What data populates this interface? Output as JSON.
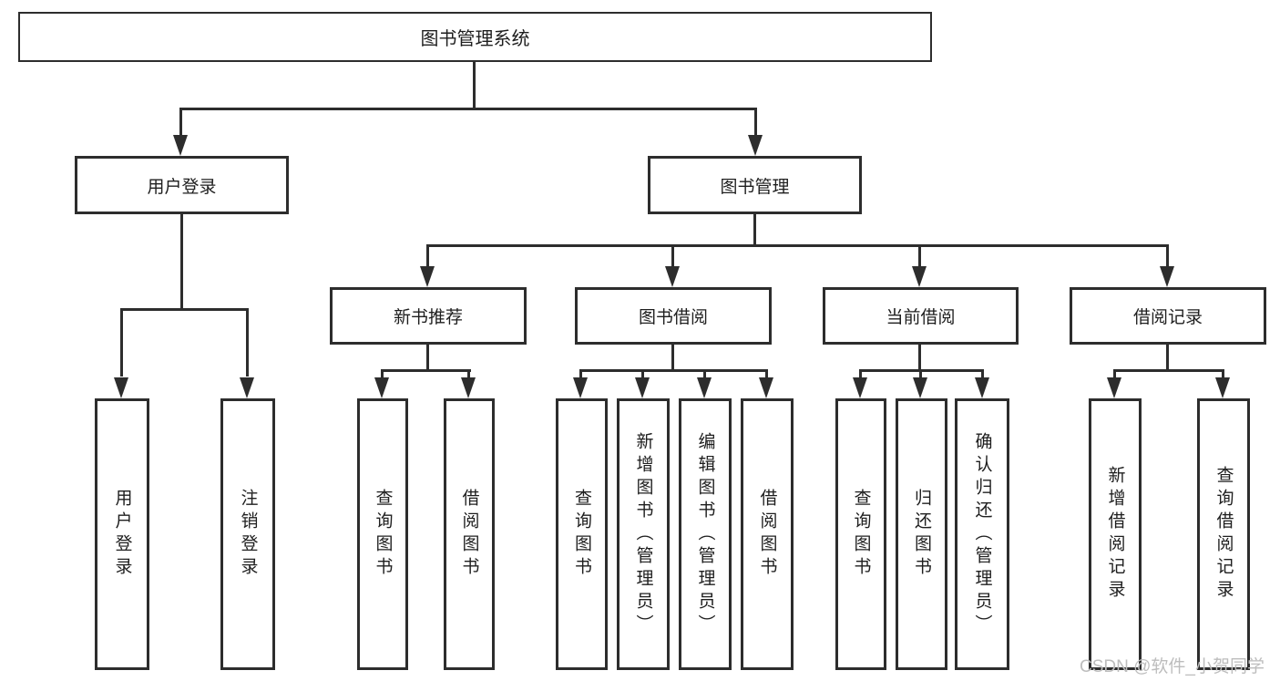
{
  "tree": {
    "root": {
      "label": "图书管理系统"
    },
    "level2": [
      {
        "label": "用户登录"
      },
      {
        "label": "图书管理"
      }
    ],
    "level3": [
      {
        "label": "新书推荐"
      },
      {
        "label": "图书借阅"
      },
      {
        "label": "当前借阅"
      },
      {
        "label": "借阅记录"
      }
    ],
    "leaves": {
      "user_login": [
        "用户登录",
        "注销登录"
      ],
      "new_book_rec": [
        "查询图书",
        "借阅图书"
      ],
      "book_borrow": [
        "查询图书",
        "新增图书（管理员）",
        "编辑图书（管理员）",
        "借阅图书"
      ],
      "current_borrow": [
        "查询图书",
        "归还图书",
        "确认归还（管理员）"
      ],
      "borrow_records": [
        "新增借阅记录",
        "查询借阅记录"
      ]
    }
  },
  "watermark": {
    "text": "CSDN @软件_小贺同学"
  },
  "colors": {
    "line": "#2d2d2d",
    "text": "#1e1e1e",
    "background": "#ffffff",
    "watermark": "#bdbdbd"
  }
}
